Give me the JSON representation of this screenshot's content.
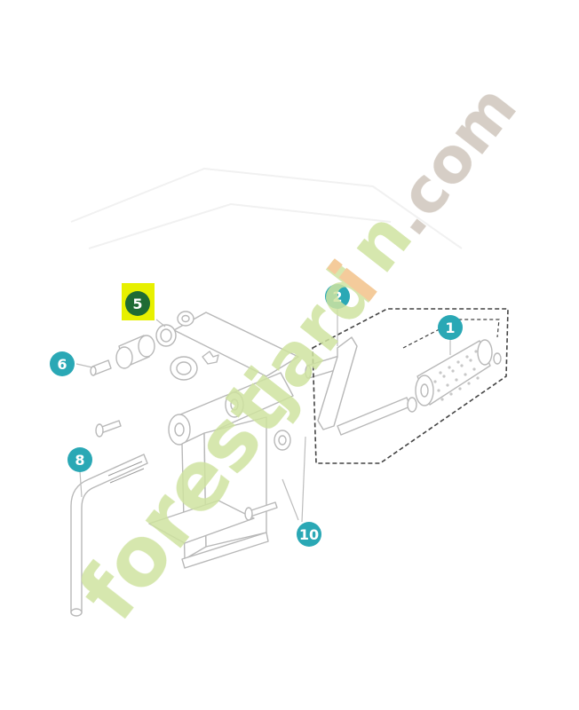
{
  "diagram": {
    "callouts": [
      {
        "id": "callout-1",
        "label": "1",
        "selected": false
      },
      {
        "id": "callout-2",
        "label": "2",
        "selected": false
      },
      {
        "id": "callout-5",
        "label": "5",
        "selected": true
      },
      {
        "id": "callout-6",
        "label": "6",
        "selected": false
      },
      {
        "id": "callout-8",
        "label": "8",
        "selected": false
      },
      {
        "id": "callout-10",
        "label": "10",
        "selected": false
      }
    ],
    "colors": {
      "callout": "#2aa8b5",
      "selected_bg": "#e7f000",
      "selected_circle": "#1f6b34",
      "line": "#bdbdbd",
      "watermark_green": "#cfe3a0",
      "watermark_orange": "#f2c28a",
      "watermark_grey": "#cfc6bc"
    }
  },
  "watermark": {
    "brand": "forest",
    "middle": "jard",
    "accent": "i",
    "tail": "n",
    "domain": ".com"
  }
}
